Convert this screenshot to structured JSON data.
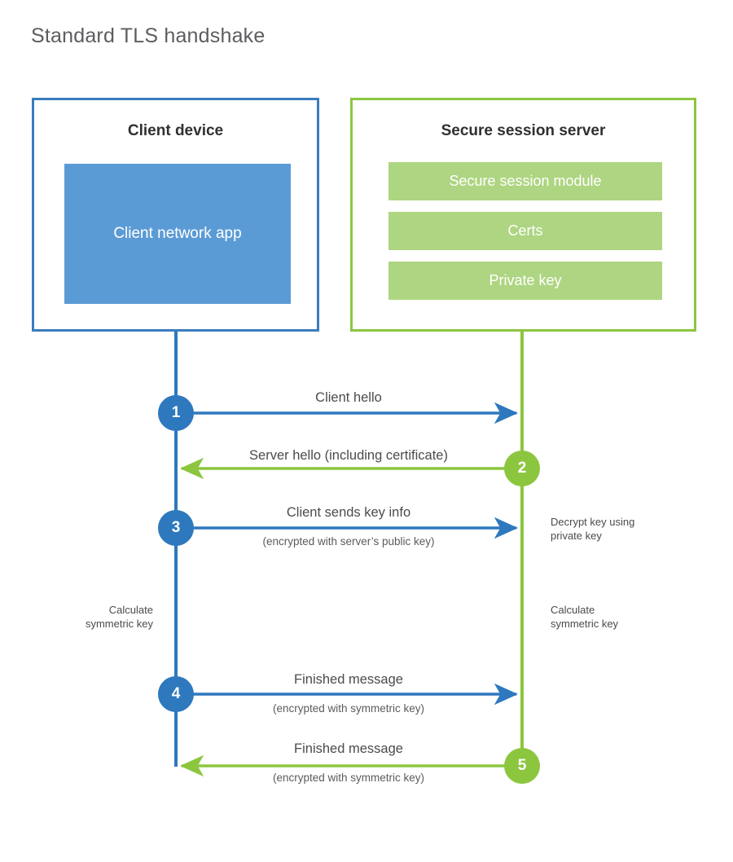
{
  "title": "Standard TLS handshake",
  "colors": {
    "client_border": "#3a7cbe",
    "client_app_fill": "#5b9bd5",
    "client_line": "#2e78be",
    "server_border": "#8cc63f",
    "server_bar_fill": "#aed581",
    "server_line": "#8cc63f",
    "text": "#4a4b4d",
    "title_text": "#5c5d60",
    "background": "#ffffff"
  },
  "client": {
    "title": "Client device",
    "app_label": "Client network app"
  },
  "server": {
    "title": "Secure session server",
    "components": [
      "Secure session module",
      "Certs",
      "Private key"
    ]
  },
  "steps": [
    {
      "number": "1",
      "actor": "client",
      "direction": "client-to-server",
      "label": "Client hello",
      "sublabel": ""
    },
    {
      "number": "2",
      "actor": "server",
      "direction": "server-to-client",
      "label": "Server hello (including certificate)",
      "sublabel": ""
    },
    {
      "number": "3",
      "actor": "client",
      "direction": "client-to-server",
      "label": "Client sends key info",
      "sublabel": "(encrypted with server’s public key)"
    },
    {
      "number": "4",
      "actor": "client",
      "direction": "client-to-server",
      "label": "Finished message",
      "sublabel": "(encrypted with symmetric key)"
    },
    {
      "number": "5",
      "actor": "server",
      "direction": "server-to-client",
      "label": "Finished message",
      "sublabel": "(encrypted with symmetric key)"
    }
  ],
  "notes": {
    "server_decrypt": "Decrypt key using\nprivate key",
    "server_decrypt_line1": "Decrypt key using",
    "server_decrypt_line2": "private key",
    "client_calc_line1": "Calculate",
    "client_calc_line2": "symmetric key",
    "server_calc_line1": "Calculate",
    "server_calc_line2": "symmetric key"
  }
}
